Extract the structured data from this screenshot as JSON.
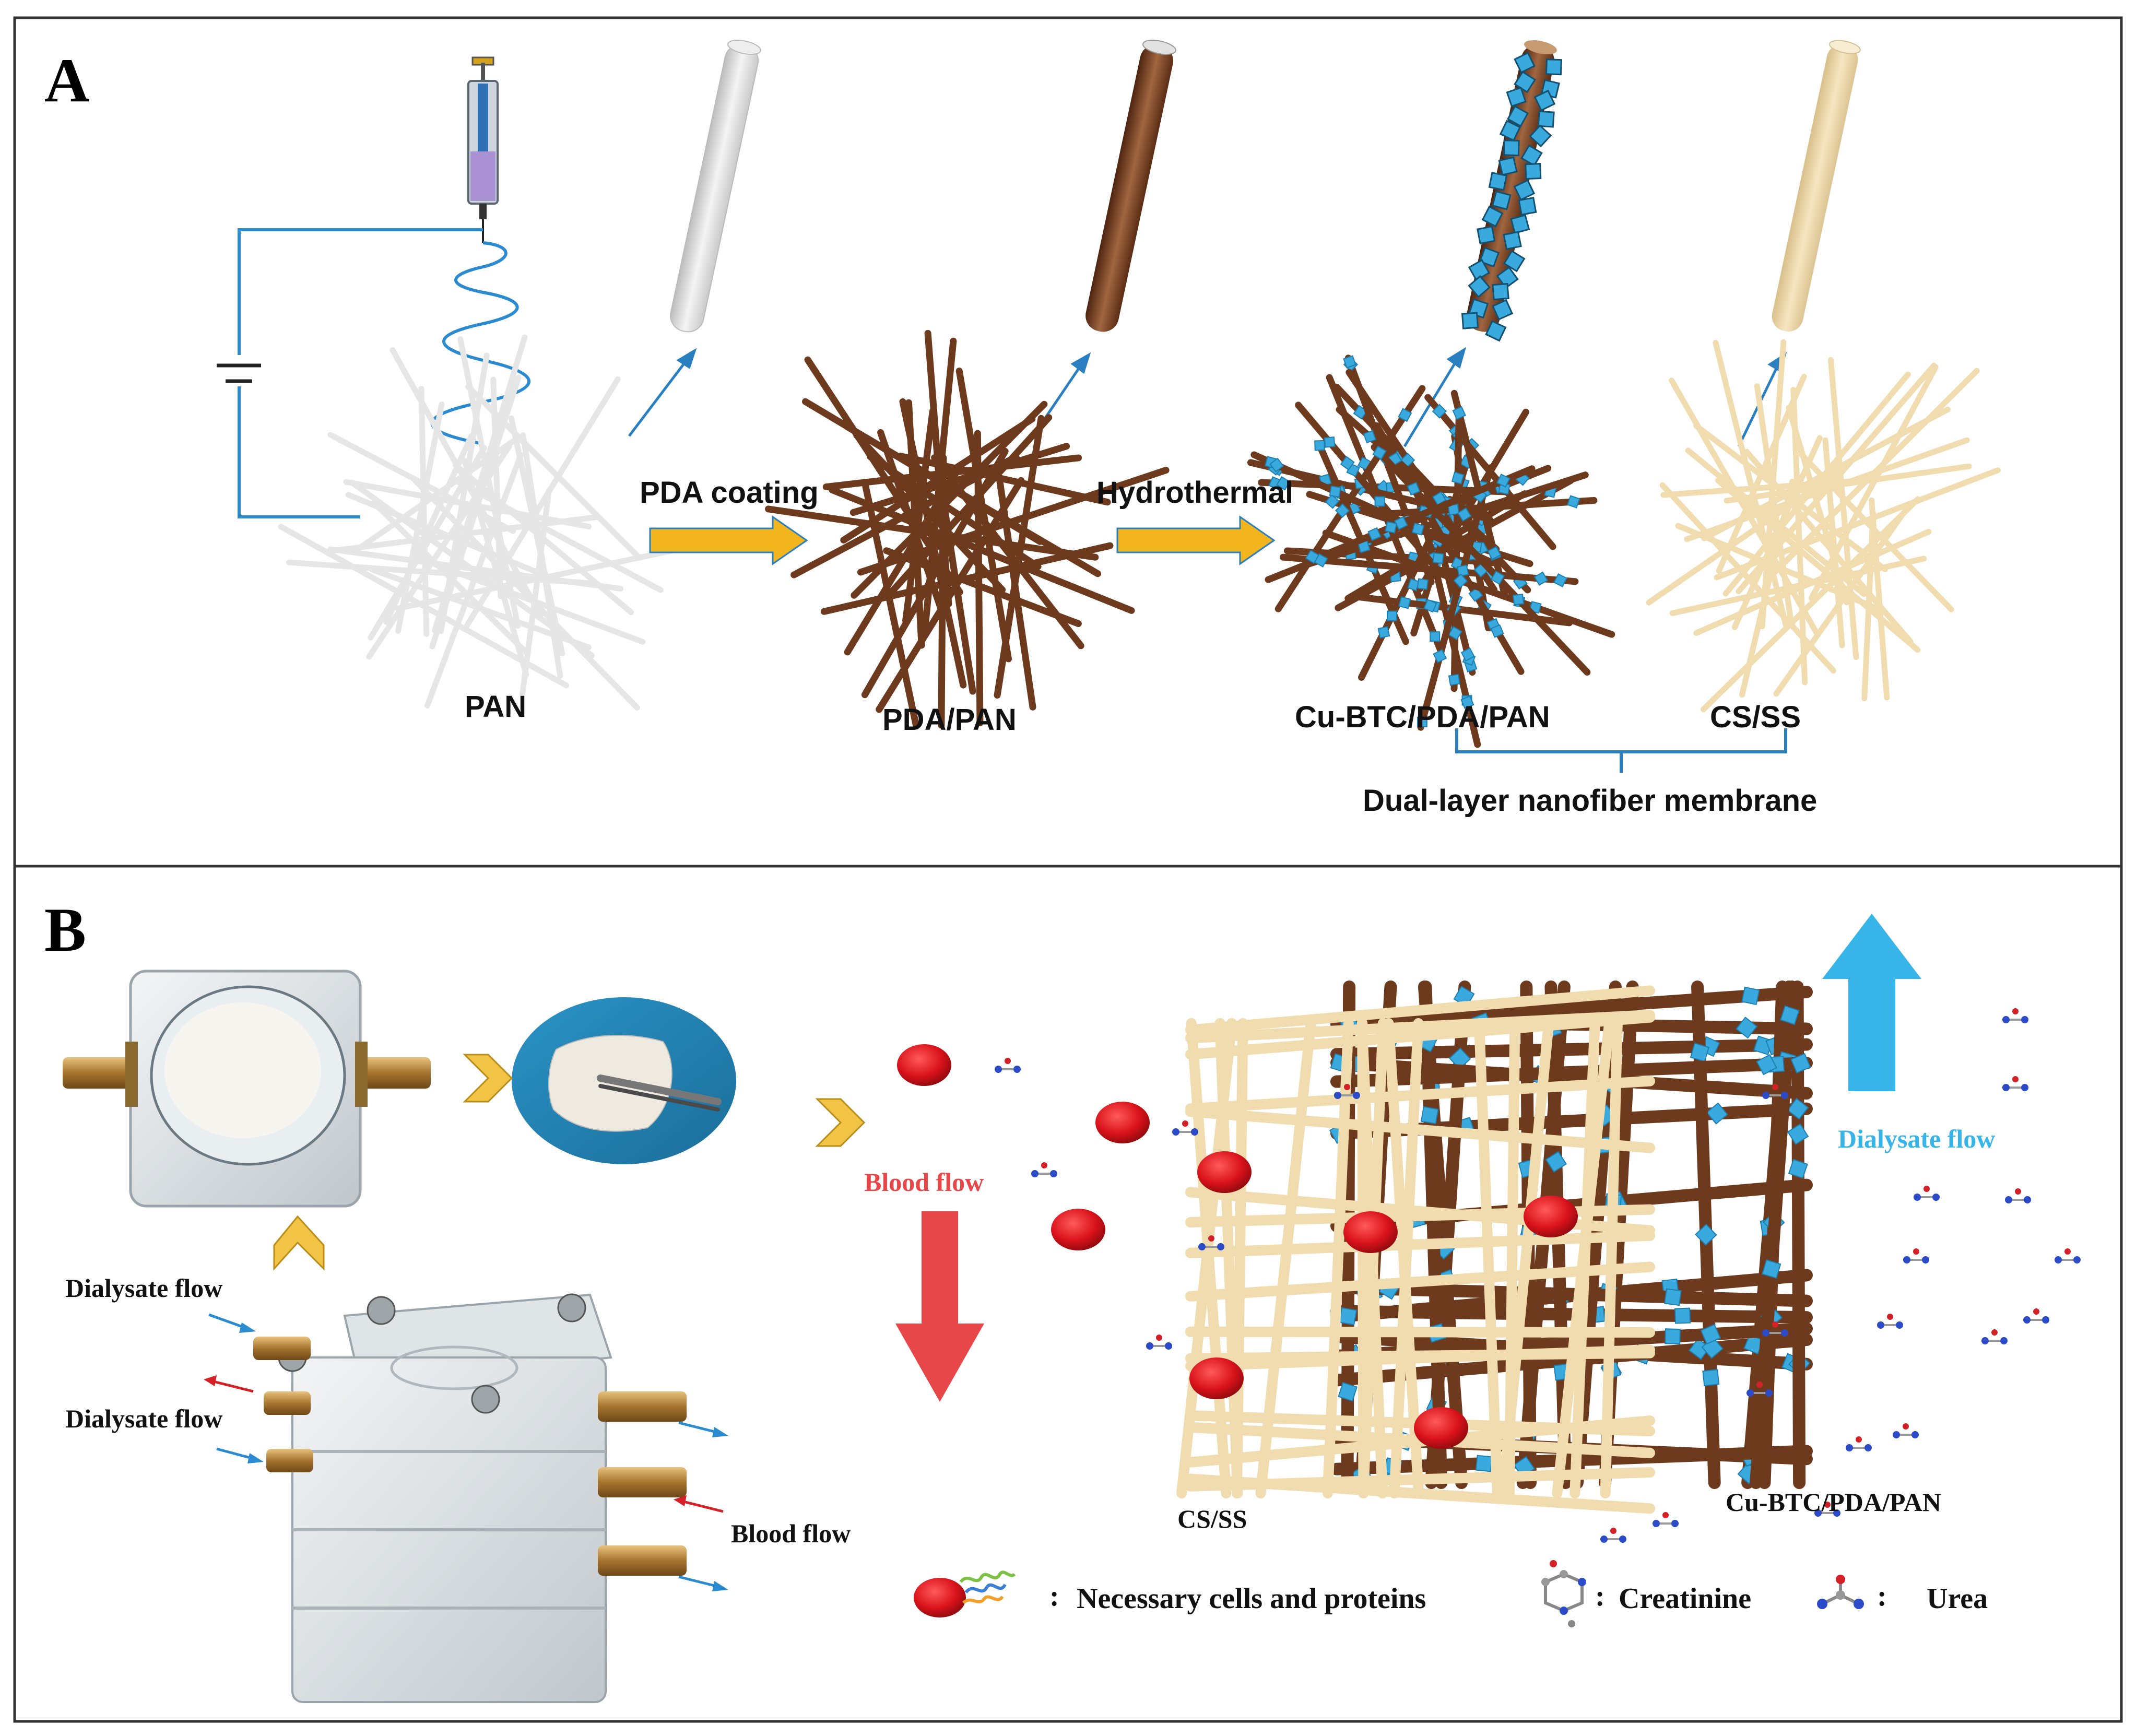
{
  "panel_a": {
    "letter": "A",
    "steps": [
      {
        "label": "PAN"
      },
      {
        "label": "PDA/PAN"
      },
      {
        "label": "Cu-BTC/PDA/PAN"
      },
      {
        "label": "CS/SS"
      }
    ],
    "arrow_labels": {
      "first": "PDA coating",
      "second": "Hydrothermal"
    },
    "bracket_label": "Dual-layer nanofiber membrane"
  },
  "panel_b": {
    "letter": "B",
    "dialysate_flow_top": "Dialysate flow",
    "dialysate_flow_bottom": "Dialysate flow",
    "blood_flow_device": "Blood flow",
    "blood_flow_arrow": "Blood flow",
    "dialysate_flow_arrow": "Dialysate flow",
    "layer_cs_ss": "CS/SS",
    "layer_cu_btc": "Cu-BTC/PDA/PAN",
    "legend": {
      "cells": "Necessary cells and proteins",
      "creatinine": "Creatinine",
      "urea": "Urea",
      "separator": ":"
    }
  },
  "colors": {
    "pan_fiber": "#e6e6e6",
    "pda_fiber": "#6e3a1e",
    "cubtc_crystal": "#3aa9dd",
    "cs_fiber": "#f0dcae",
    "process_arrow": "#f2b51e",
    "pointer_arrow": "#2a7fc0",
    "blood_flow": "#e8474a",
    "dialysate_flow": "#37b4e8",
    "rbc": "#d9121b"
  }
}
